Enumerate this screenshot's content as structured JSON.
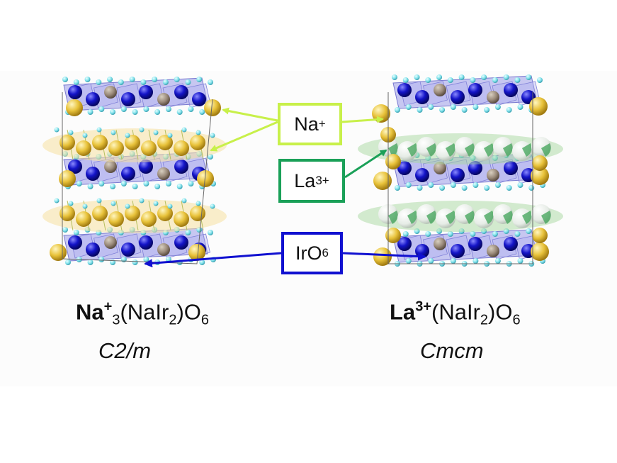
{
  "labels": {
    "na": {
      "text": "Na",
      "sup": "+",
      "color": "#c8f04a"
    },
    "la": {
      "text": "La",
      "sup": "3+",
      "color": "#1aa058"
    },
    "iro6": {
      "text": "IrO",
      "sub": "6",
      "color": "#1010d0"
    }
  },
  "left": {
    "formula": {
      "ion": "Na",
      "ion_sup": "+",
      "ion_sub": "3",
      "open": "(NaIr",
      "ir_sub": "2",
      "mid": ")O",
      "o_sub": "6"
    },
    "space_group": "C2/m"
  },
  "right": {
    "formula": {
      "ion": "La",
      "ion_sup": "3+",
      "open": "(NaIr",
      "ir_sub": "2",
      "mid": ")O",
      "o_sub": "6"
    },
    "space_group": "Cmcm"
  },
  "colors": {
    "na_atom": "#e8c23a",
    "na_layer_glow": "#f5e0a0",
    "la_atom": "#e8efe8",
    "la_glow": "#a8d8a0",
    "ir_atom": "#1414c8",
    "octahedra": "#9a9ae8",
    "oxygen": "#7fe0ea",
    "na_in_layer": "#9a8a7a"
  }
}
